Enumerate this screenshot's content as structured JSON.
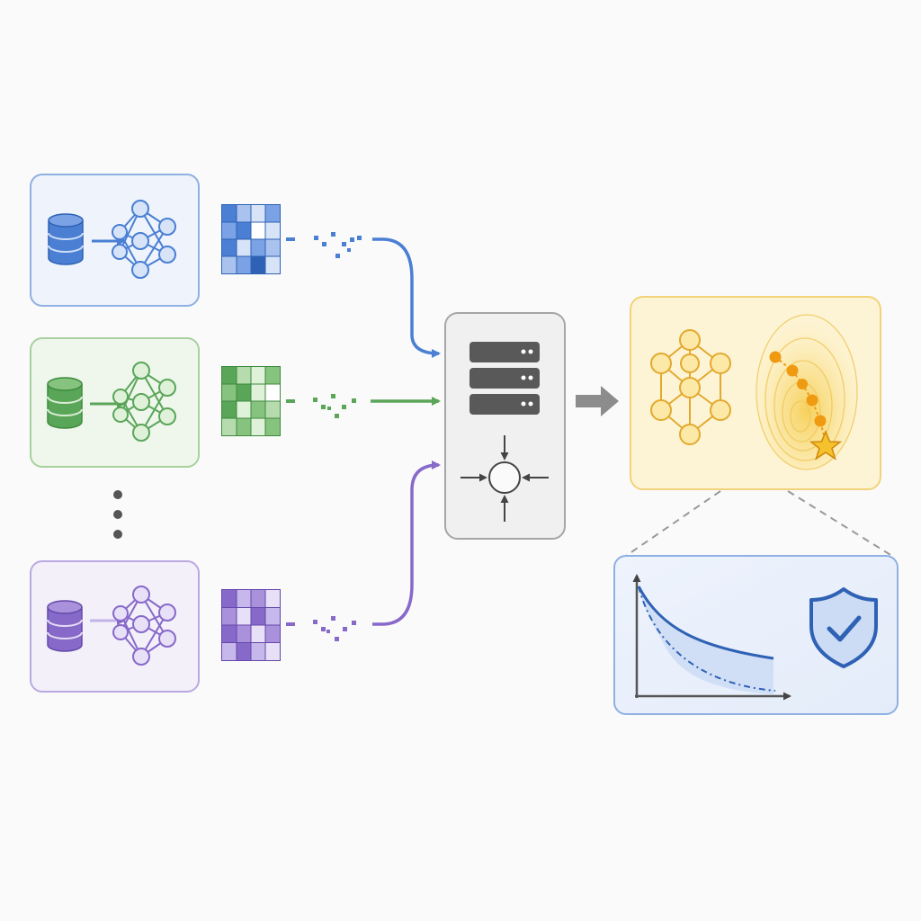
{
  "colors": {
    "background": "#fafafa",
    "blue": "#4a7fd4",
    "blue_light": "#eef3fc",
    "blue_border": "#8fb0e3",
    "green": "#5aa659",
    "green_light": "#eff7ec",
    "green_border": "#a7d19f",
    "purple": "#8769c9",
    "purple_light": "#f3f0fa",
    "purple_border": "#b9a9e0",
    "gray": "#595959",
    "gray_light": "#f0f0f0",
    "gray_border": "#a6a6a6",
    "gold": "#e3a92e",
    "gold_light": "#fdf4d6",
    "gold_border": "#f2d37a",
    "orange": "#ef9a10"
  },
  "icons": {
    "client": [
      "database-icon",
      "neural-network-icon"
    ],
    "update": "weight-matrix-icon",
    "noise": "noisy-pixels-icon",
    "server": [
      "server-icon",
      "aggregation-icon"
    ],
    "global_model": [
      "neural-network-icon",
      "optimization-contour-icon"
    ],
    "evaluation": [
      "convergence-curve-icon",
      "shield-check-icon"
    ]
  },
  "clients": [
    {
      "id": "client-1",
      "color": "blue"
    },
    {
      "id": "client-2",
      "color": "green"
    },
    {
      "id": "client-n",
      "color": "purple"
    }
  ],
  "ellipsis": "⋮"
}
